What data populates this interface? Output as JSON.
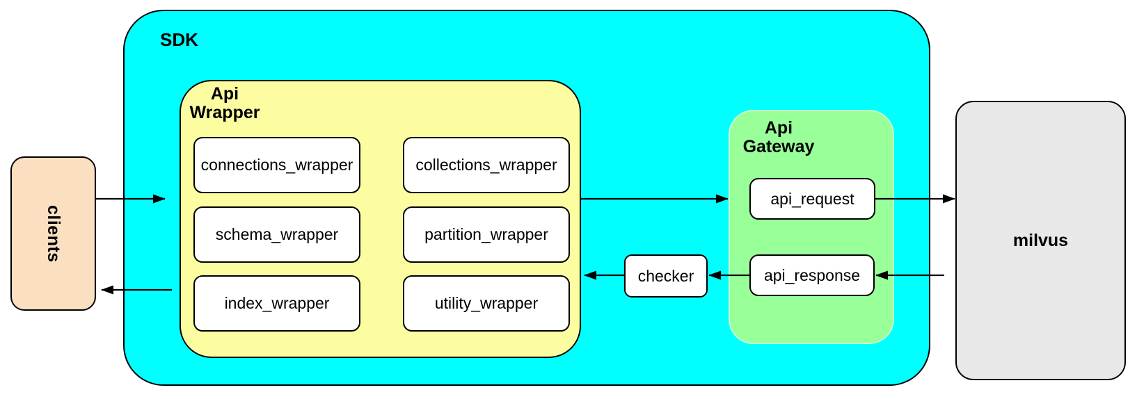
{
  "nodes": {
    "clients": "clients",
    "sdk": "SDK",
    "api_wrapper": {
      "line1": "Api",
      "line2": "Wrapper"
    },
    "wrappers": [
      "connections_wrapper",
      "collections_wrapper",
      "schema_wrapper",
      "partition_wrapper",
      "index_wrapper",
      "utility_wrapper"
    ],
    "checker": "checker",
    "api_gateway": {
      "line1": "Api",
      "line2": "Gateway"
    },
    "api_request": "api_request",
    "api_response": "api_response",
    "milvus": "milvus"
  },
  "edges": [
    {
      "from": "clients",
      "to": "sdk"
    },
    {
      "from": "api_wrapper",
      "to": "api_gateway"
    },
    {
      "from": "api_request",
      "to": "milvus"
    },
    {
      "from": "milvus",
      "to": "api_response"
    },
    {
      "from": "api_response",
      "to": "checker"
    },
    {
      "from": "checker",
      "to": "api_wrapper"
    },
    {
      "from": "api_wrapper",
      "to": "clients"
    }
  ],
  "colors": {
    "sdk-fill": "#00ffff",
    "wrapper-fill": "#fcfda0",
    "gateway-fill": "#99ff99",
    "clients-fill": "#fbdfc1",
    "milvus-fill": "#e8e8e8",
    "box-fill": "#ffffff",
    "line": "#000000"
  }
}
